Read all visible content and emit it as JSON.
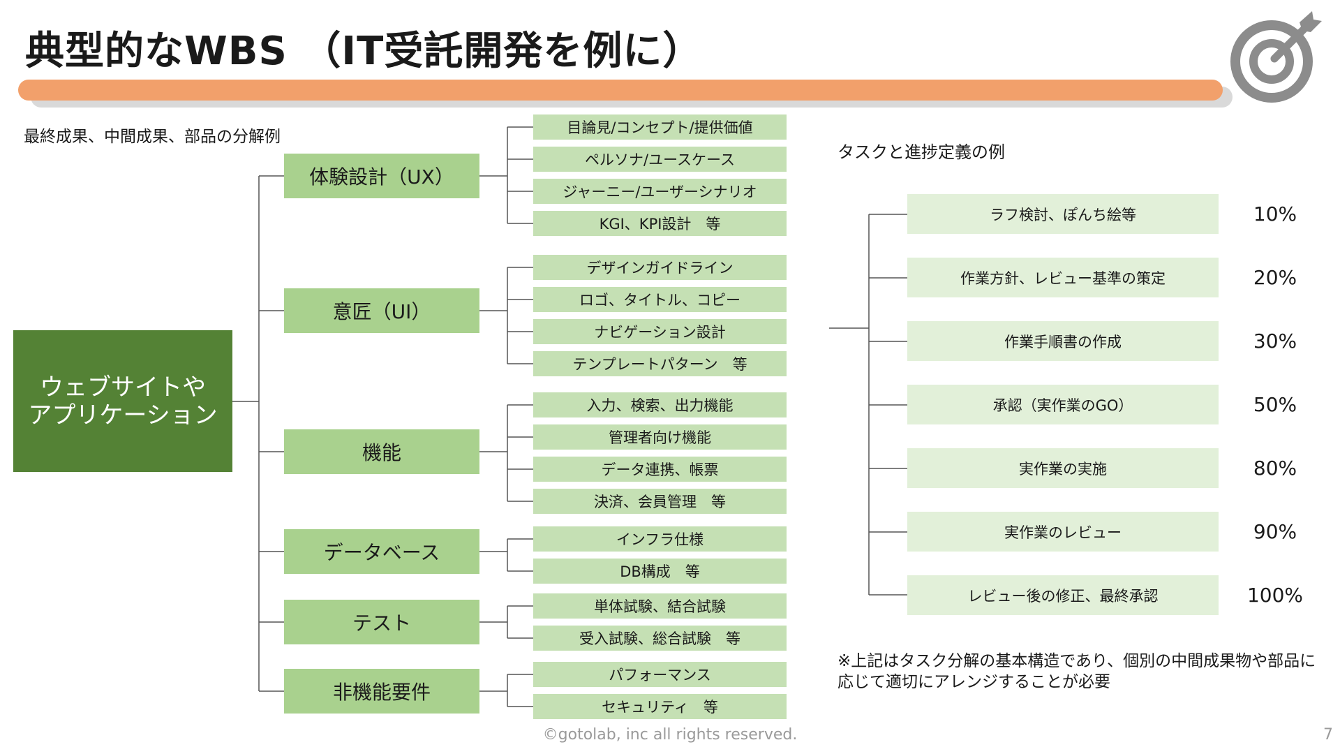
{
  "title": "典型的なWBS （IT受託開発を例に）",
  "subtitle": "最終成果、中間成果、部品の分解例",
  "root": {
    "line1": "ウェブサイトや",
    "line2": "アプリケーション"
  },
  "categories": [
    {
      "label": "体験設計（UX）",
      "items": [
        "目論見/コンセプト/提供価値",
        "ペルソナ/ユースケース",
        "ジャーニー/ユーザーシナリオ",
        "KGI、KPI設計　等"
      ]
    },
    {
      "label": "意匠（UI）",
      "items": [
        "デザインガイドライン",
        "ロゴ、タイトル、コピー",
        "ナビゲーション設計",
        "テンプレートパターン　等"
      ]
    },
    {
      "label": "機能",
      "items": [
        "入力、検索、出力機能",
        "管理者向け機能",
        "データ連携、帳票",
        "決済、会員管理　等"
      ]
    },
    {
      "label": "データベース",
      "items": [
        "インフラ仕様",
        "DB構成　等"
      ]
    },
    {
      "label": "テスト",
      "items": [
        "単体試験、結合試験",
        "受入試験、総合試験　等"
      ]
    },
    {
      "label": "非機能要件",
      "items": [
        "パフォーマンス",
        "セキュリティ　等"
      ]
    }
  ],
  "tasks_title": "タスクと進捗定義の例",
  "tasks": [
    {
      "label": "ラフ検討、ぽんち絵等",
      "percent": "10%"
    },
    {
      "label": "作業方針、レビュー基準の策定",
      "percent": "20%"
    },
    {
      "label": "作業手順書の作成",
      "percent": "30%"
    },
    {
      "label": "承認（実作業のGO）",
      "percent": "50%"
    },
    {
      "label": "実作業の実施",
      "percent": "80%"
    },
    {
      "label": "実作業のレビュー",
      "percent": "90%"
    },
    {
      "label": "レビュー後の修正、最終承認",
      "percent": "100%"
    }
  ],
  "note": "※上記はタスク分解の基本構造であり、個別の中間成果物や部品に応じて適切にアレンジすることが必要",
  "footer": "©gotolab, inc  all rights reserved.",
  "page_number": "7",
  "colors": {
    "accent_bar": "#f2a06b",
    "root_box": "#548235",
    "category_box": "#a9d18e",
    "item_box": "#c5e0b4",
    "task_box": "#e2f0d9",
    "logo": "#8c8c8c"
  },
  "icons": {
    "logo": "target-arrow-icon"
  }
}
